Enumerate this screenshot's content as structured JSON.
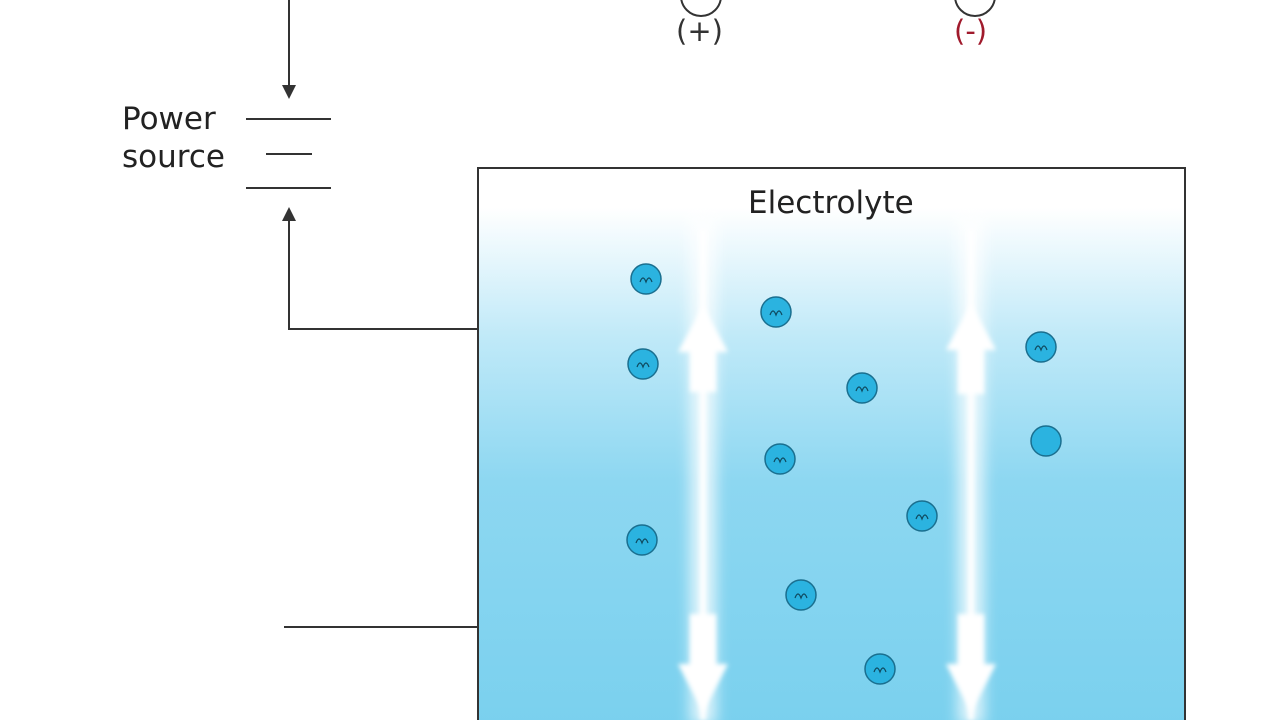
{
  "power_source": {
    "label_line1": "Power",
    "label_line2": "source"
  },
  "electrolyte": {
    "label": "Electrolyte",
    "fill_top_color": "#ffffff",
    "fill_bottom_color": "#79d0ee"
  },
  "electrodes": {
    "anode_sign": "(+)",
    "cathode_sign": "(-)",
    "cathode_sign_color": "#a01a2c"
  },
  "ions": {
    "color": "#2bb3e0",
    "count": 12
  },
  "wire_color": "#333333"
}
